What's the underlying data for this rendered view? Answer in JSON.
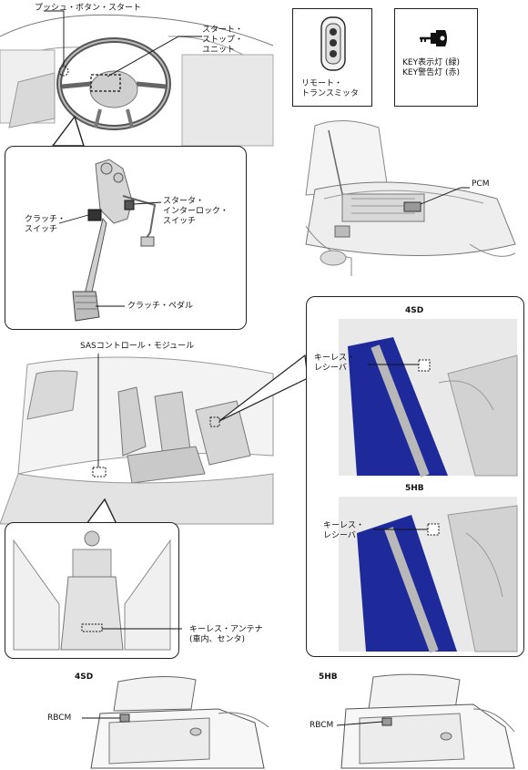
{
  "labels": {
    "push_button_start": "プッシュ・ボタン・スタート",
    "start_stop_unit": "スタート・\nストップ・\nユニット",
    "remote_transmitter": "リモート・\nトランスミッタ",
    "key_indicator": "KEY表示灯 (緑)\nKEY警告灯 (赤)",
    "pcm": "PCM",
    "clutch_switch": "クラッチ・\nスイッチ",
    "starter_interlock_switch": "スタータ・\nインターロック・\nスイッチ",
    "clutch_pedal": "クラッチ・ペダル",
    "sas_control_module": "SASコントロール・モジュール",
    "keyless_receiver_4sd": "キーレス・\nレシーバ",
    "keyless_receiver_5hb": "キーレス・\nレシーバ",
    "keyless_antenna": "キーレス・アンテナ\n(車内、センタ)",
    "rbcm_4sd": "RBCM",
    "rbcm_5hb": "RBCM"
  },
  "variants": {
    "panel_4sd": "4SD",
    "panel_5hb": "5HB",
    "trunk_4sd": "4SD",
    "trunk_5hb": "5HB"
  },
  "colors": {
    "line": "#222222",
    "sketch_gray": "#8a8a8a",
    "fill_gray": "#dcdcdc",
    "highlight_blue": "#1f2a9a"
  }
}
